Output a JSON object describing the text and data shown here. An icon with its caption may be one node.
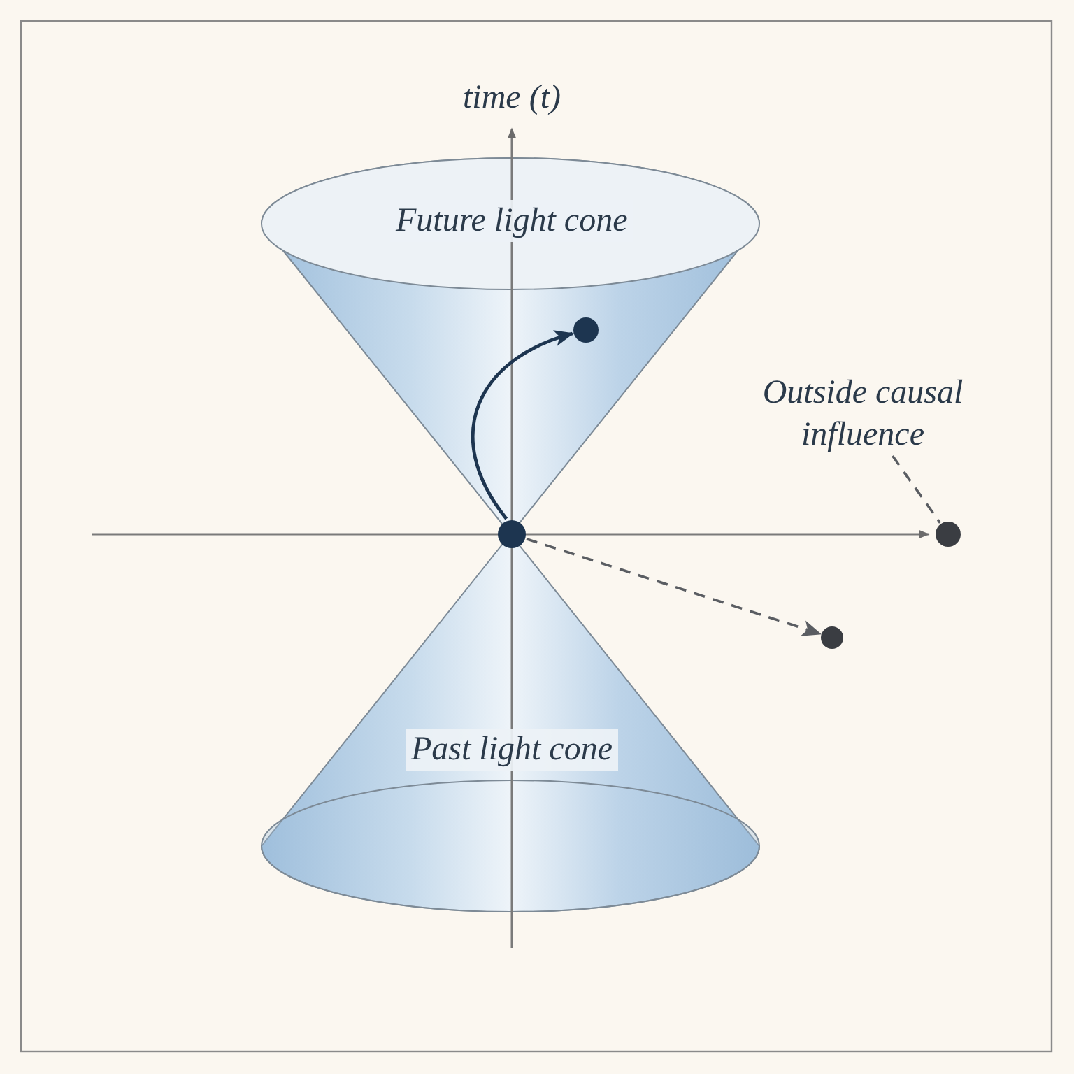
{
  "diagram": {
    "nodes": [
      {
        "text": [
          "Future light cone"
        ]
      },
      {
        "text": [],
        "shape": "circle",
        "in": 0
      },
      {
        "text": [
          "Outside causal influence"
        ]
      },
      {
        "text": [],
        "shape": "circle"
      },
      {
        "text": [],
        "shape": "circle"
      },
      {
        "text": [],
        "shape": "circle"
      },
      {
        "text": [
          "Past light cone"
        ]
      }
    ],
    "edges": [
      {
        "from": 3,
        "to": 1,
        "arrow": "to",
        "color": "#1d3550"
      },
      {
        "from": 3,
        "to": 5,
        "arrow": "to",
        "style": "dashed"
      },
      {
        "from": 2,
        "to": 4,
        "arrow": "none",
        "style": "dashed"
      }
    ],
    "labels": [
      "time (t)"
    ]
  }
}
